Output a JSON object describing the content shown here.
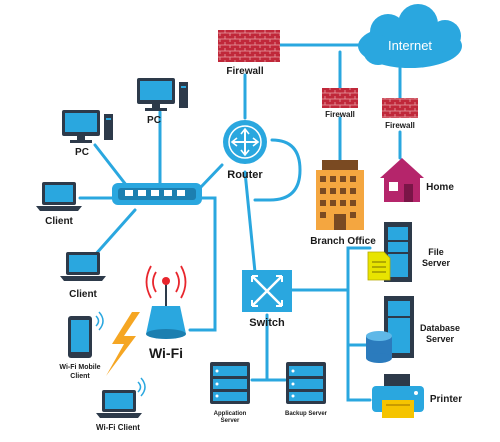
{
  "labels": {
    "internet": "Internet",
    "firewall_main": "Firewall",
    "firewall_branch": "Firewall",
    "firewall_home": "Firewall",
    "router": "Router",
    "branch_office": "Branch Office",
    "home": "Home",
    "pc_top": "PC",
    "pc_left": "PC",
    "client_1": "Client",
    "client_2": "Client",
    "wifi_mobile_line1": "Wi-Fi Mobile",
    "wifi_mobile_line2": "Client",
    "wifi_client": "Wi-Fi Client",
    "wifi": "Wi-Fi",
    "switch": "Switch",
    "file_server_line1": "File",
    "file_server_line2": "Server",
    "database_server_line1": "Database",
    "database_server_line2": "Server",
    "printer": "Printer",
    "application_server_line1": "Application",
    "application_server_line2": "Server",
    "backup_server": "Backup Server"
  },
  "colors": {
    "link": "#2aa7df",
    "cloud": "#2aa7df",
    "firewall": "#c0283a",
    "device_dark": "#2d3a4a",
    "server_blue": "#2b7bbd",
    "lightning": "#f5a623",
    "home_magenta": "#b5256b",
    "office_orange": "#f4a640",
    "wifi_red": "#e8262d"
  },
  "icons": {
    "internet": "cloud-icon",
    "firewall": "brick-wall-icon",
    "router": "router-icon",
    "hub": "network-hub-icon",
    "switch": "switch-icon",
    "wifi": "wifi-access-point-icon",
    "pc": "desktop-pc-icon",
    "laptop": "laptop-icon",
    "phone": "mobile-phone-icon",
    "server": "server-rack-icon",
    "database": "database-icon",
    "printer": "printer-icon",
    "home": "house-icon",
    "office": "office-building-icon"
  }
}
